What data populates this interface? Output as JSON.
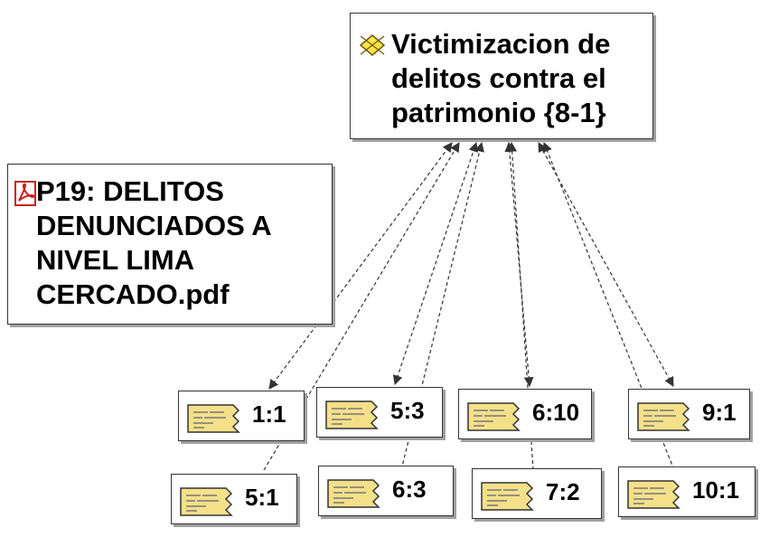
{
  "code": {
    "label": "Victimizacion de\ndelitos contra el\npatrimonio {8-1}",
    "icon": "diamond-code-icon"
  },
  "document": {
    "label": "P19: DELITOS\nDENUNCIADOS A\nNIVEL LIMA\nCERCADO.pdf",
    "icon": "pdf-icon"
  },
  "quotations": [
    {
      "label": "1:1",
      "icon": "quotation-icon"
    },
    {
      "label": "5:3",
      "icon": "quotation-icon"
    },
    {
      "label": "6:10",
      "icon": "quotation-icon"
    },
    {
      "label": "9:1",
      "icon": "quotation-icon"
    },
    {
      "label": "5:1",
      "icon": "quotation-icon"
    },
    {
      "label": "6:3",
      "icon": "quotation-icon"
    },
    {
      "label": "7:2",
      "icon": "quotation-icon"
    },
    {
      "label": "10:1",
      "icon": "quotation-icon"
    }
  ],
  "colors": {
    "quote_icon_fill": "#f5e08a",
    "code_icon_fill": "#ffe34d",
    "pdf_red": "#cc1f1f",
    "edge": "#333333"
  }
}
